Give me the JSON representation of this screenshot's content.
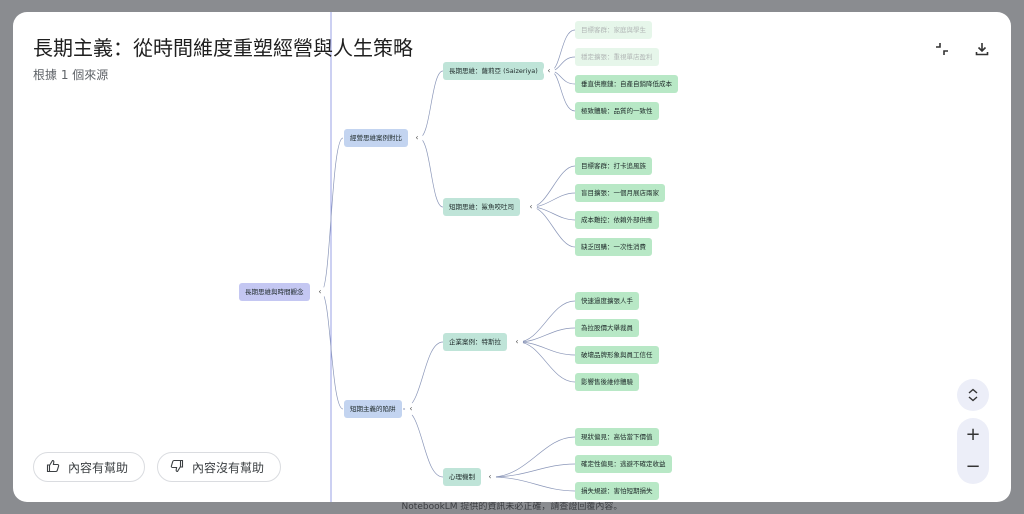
{
  "modal": {
    "title": "長期主義：從時間維度重塑經營與人生策略",
    "subtitle": "根據 1 個來源"
  },
  "icons": {
    "collapse": "collapse-icon",
    "download": "download-icon",
    "thumbs_up": "thumbs-up-icon",
    "thumbs_down": "thumbs-down-icon",
    "expand_collapse": "unfold-icon"
  },
  "mindmap": {
    "root": "長期思維與時間觀念",
    "branch1": {
      "label": "經營思維案例對比",
      "a": {
        "label": "長期思維：薩莉亞 (Saizeriya)",
        "leaves": [
          "目標客群：家庭與學生",
          "穩定擴張：重視單店盈利",
          "垂直供應鏈：自產自銷降低成本",
          "極致體驗：品質的一致性"
        ]
      },
      "b": {
        "label": "短期思維：鯊魚咬吐司",
        "leaves": [
          "目標客群：打卡追風族",
          "盲目擴張：一個月展店兩家",
          "成本難控：依賴外部供應",
          "缺乏回購：一次性消費"
        ]
      }
    },
    "branch2": {
      "label": "短期主義的陷阱",
      "a": {
        "label": "企業案例：特斯拉",
        "leaves": [
          "快速過度擴張人手",
          "為拉股價大舉裁員",
          "破壞品牌形象與員工信任",
          "影響售後維修體驗"
        ]
      },
      "b": {
        "label": "心理機制",
        "leaves": [
          "現狀偏見：高估當下價值",
          "確定性偏見：逃避不確定收益",
          "損失規避：害怕短期損失"
        ]
      }
    }
  },
  "feedback": {
    "helpful": "內容有幫助",
    "not_helpful": "內容沒有幫助"
  },
  "controls": {
    "zoom_in": "+",
    "zoom_out": "−"
  },
  "footer": "NotebookLM 提供的資訊未必正確，請查證回覆內容。",
  "colors": {
    "root": "#c4c7f2",
    "level1": "#c3d4f0",
    "level2": "#bfe4d8",
    "leaf": "#b8e8c6",
    "connector": "#8a96b8",
    "spine": "#9aa0e6"
  }
}
